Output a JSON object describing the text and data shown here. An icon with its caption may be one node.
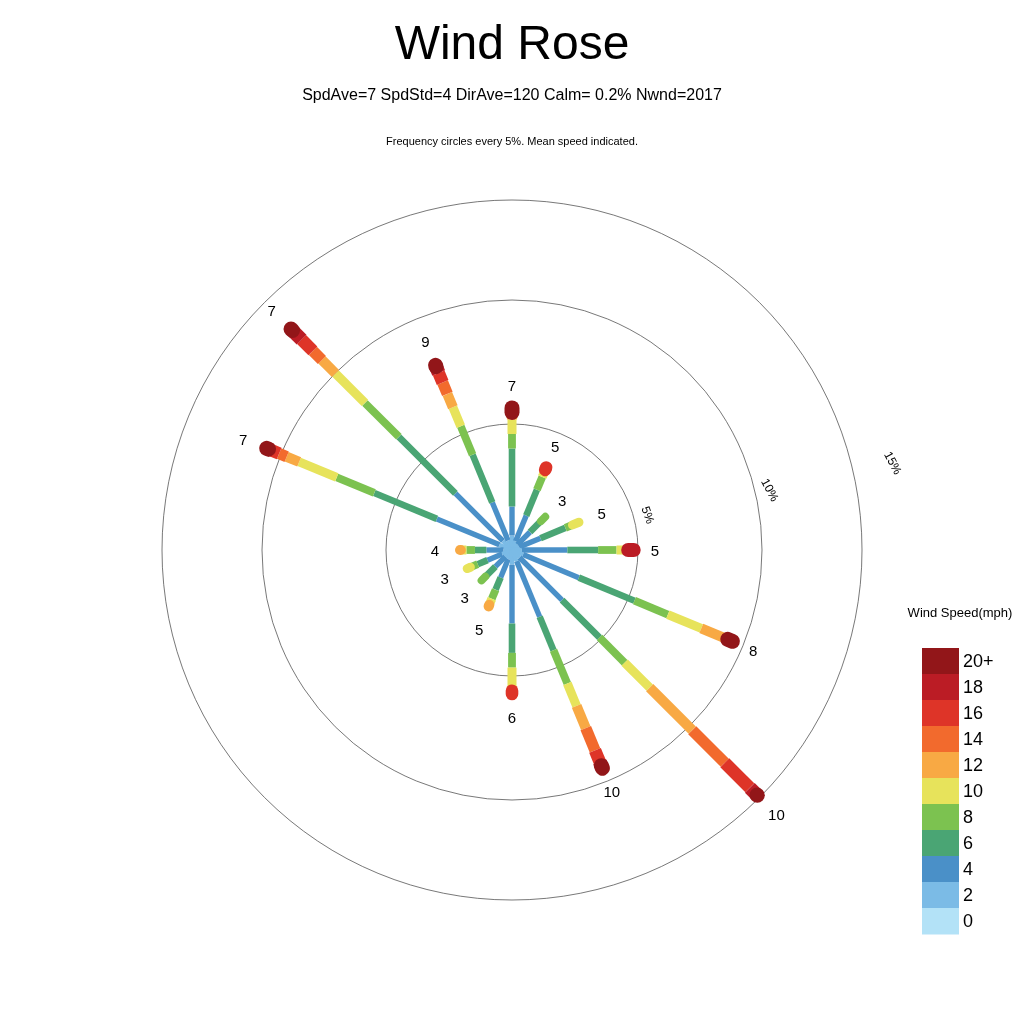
{
  "diagram": {
    "title": "Wind Rose",
    "labels": [
      "SpdAve=7  SpdStd=4  DirAve=120   Calm= 0.2%  Nwnd=2017",
      "Frequency circles every 5%. Mean speed indicated.",
      "7",
      "9",
      "7",
      "7",
      "5",
      "15%",
      "10%",
      "3",
      "5",
      "5%",
      "4",
      "5",
      "3",
      "3",
      "Wind Speed(mph)",
      "5",
      "8",
      "6",
      "10",
      "10"
    ],
    "legend": [
      {
        "text": "20+",
        "color": "#921619"
      },
      {
        "text": "18",
        "color": "#bb1c25"
      },
      {
        "text": "16",
        "color": "#de3428"
      },
      {
        "text": "14",
        "color": "#f26a2d"
      },
      {
        "text": "12",
        "color": "#f8a944"
      },
      {
        "text": "10",
        "color": "#e7e35b"
      },
      {
        "text": "8",
        "color": "#7cc250"
      },
      {
        "text": "6",
        "color": "#4aa574"
      },
      {
        "text": "4",
        "color": "#4a90c8"
      },
      {
        "text": "2",
        "color": "#7bbbe6"
      },
      {
        "text": "0",
        "color": "#b3e2f7"
      }
    ]
  }
}
